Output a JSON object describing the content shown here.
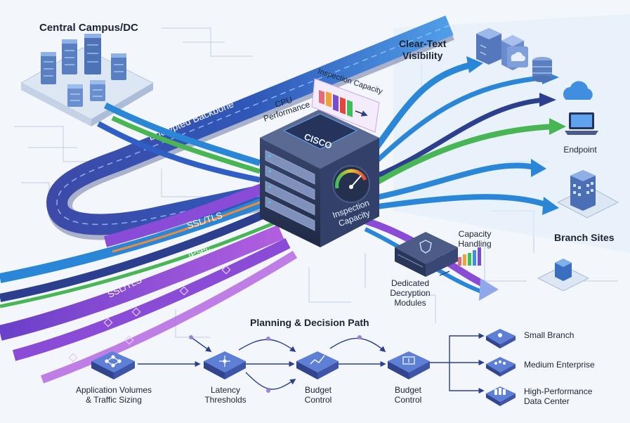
{
  "regions": {
    "central_campus": "Central Campus/DC",
    "clear_text": "Clear-Text\nVisibility",
    "endpoint": "Endpoint",
    "branch_sites": "Branch Sites"
  },
  "backbone": {
    "encrypted_backbone": "Encrypted Backbone",
    "ssl_tls_upper": "SSL/TLS",
    "ipsec": "IPsec",
    "ssl_tls_lower": "SSL/TLS"
  },
  "appliance": {
    "vendor": "CISCO",
    "cpu_performance": "CPU\nPerformance",
    "inspection_capacity_top": "Inspection Capacity",
    "inspection_capacity_gauge": "Inspection\nCapacity",
    "capacity_handling": "Capacity\nHandling",
    "decryption_modules": "Dedicated\nDecryption\nModules"
  },
  "planning": {
    "title": "Planning & Decision Path",
    "steps": [
      {
        "label": "Application Volumes\n& Traffic Sizing"
      },
      {
        "label": "Latency\nThresholds"
      },
      {
        "label": "Budget\nControl"
      },
      {
        "label": "Budget\nControl"
      }
    ],
    "outcomes": [
      {
        "label": "Small Branch"
      },
      {
        "label": "Medium Enterprise"
      },
      {
        "label": "High-Performance\nData Center"
      }
    ]
  },
  "colors": {
    "background": "#f3f7fc",
    "backbone_navy": "#2c3f8f",
    "stream_purple": "#8a4cd6",
    "stream_blue": "#2a86d6",
    "stream_green": "#49b655",
    "teal": "#2fb5c9",
    "appliance_dark": "#25304f"
  },
  "icons": [
    "server-rack-icon",
    "cloud-icon",
    "laptop-icon",
    "building-icon",
    "shield-icon",
    "gauge-icon",
    "database-icon",
    "network-node-icon"
  ]
}
